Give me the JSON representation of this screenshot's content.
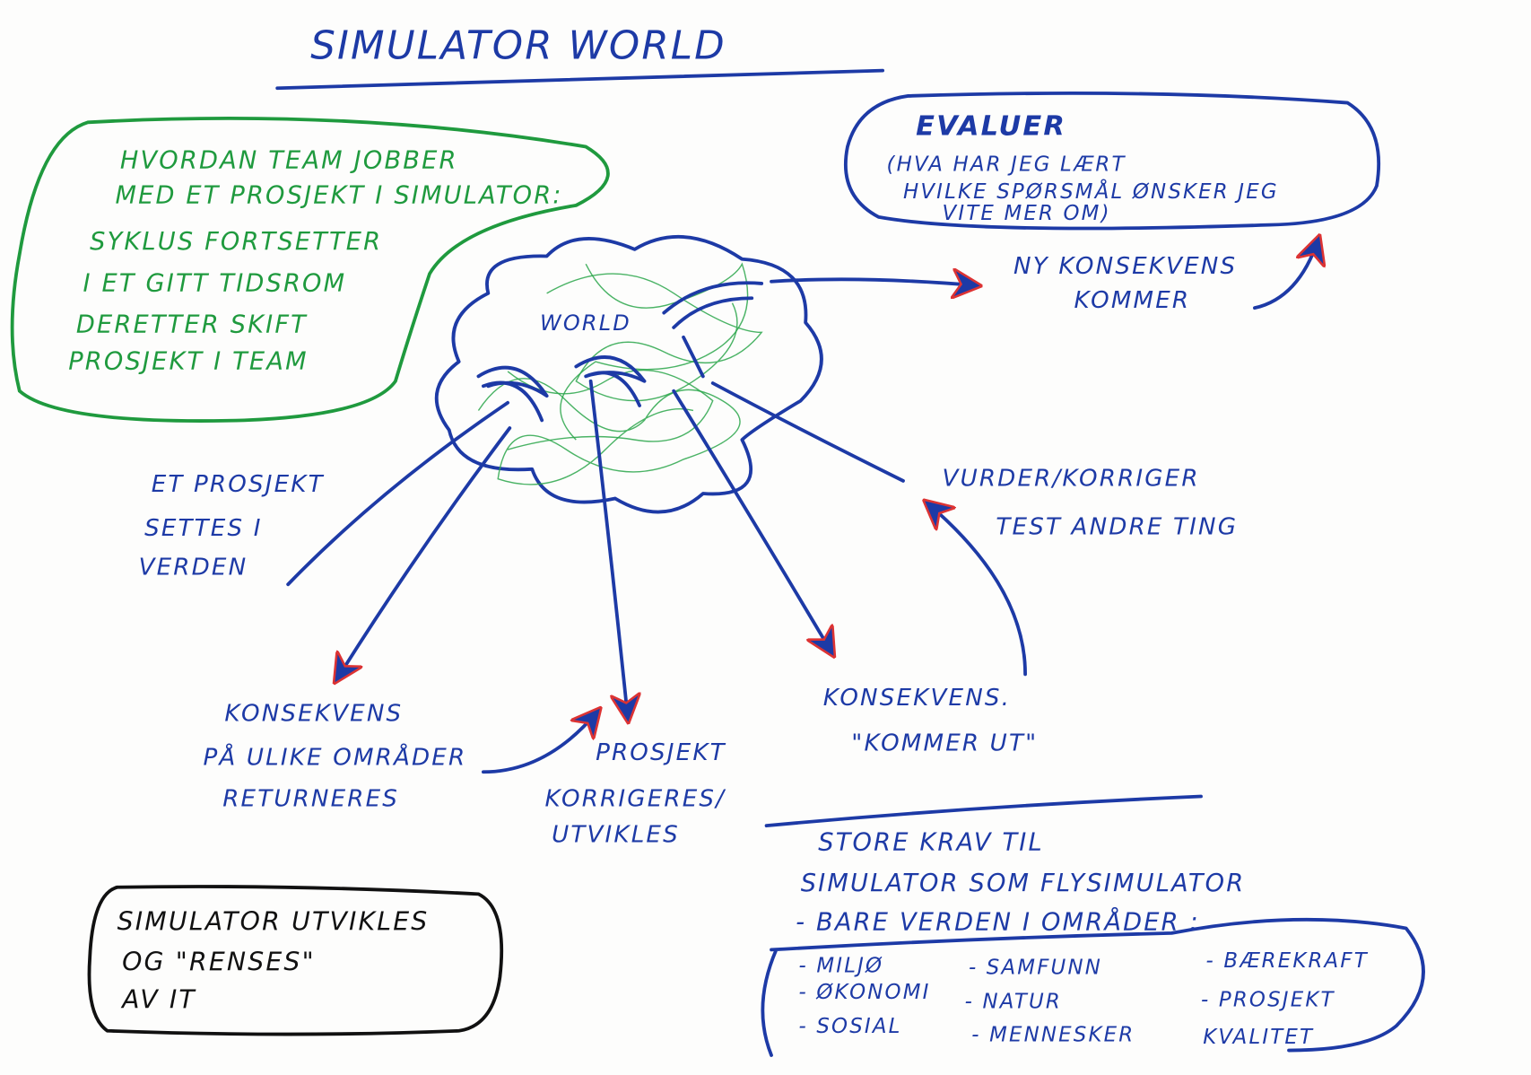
{
  "title": "SIMULATOR WORLD",
  "colors": {
    "blue_ink": "#1d3aa6",
    "green_ink": "#1f9a3e",
    "black_ink": "#111111",
    "red_ink": "#dd3333"
  },
  "green_note": {
    "lines": [
      "HVORDAN TEAM JOBBER",
      "MED ET PROSJEKT I SIMULATOR:",
      "SYKLUS FORTSETTER",
      "I ET GITT TIDSROM",
      "DERETTER SKIFT",
      "PROSJEKT I TEAM"
    ]
  },
  "evaluate_box": {
    "heading": "EVALUER",
    "lines": [
      "(HVA HAR JEG LÆRT",
      "HVILKE SPØRSMÅL ØNSKER JEG",
      "VITE MER OM)"
    ]
  },
  "cloud": {
    "label": "WORLD"
  },
  "nodes": {
    "new_consequence": [
      "NY KONSEKVENS",
      "KOMMER"
    ],
    "project_placed": [
      "ET PROSJEKT",
      "SETTES I",
      "VERDEN"
    ],
    "consequence_returned": [
      "KONSEKVENS",
      "PÅ ULIKE OMRÅDER",
      "RETURNERES"
    ],
    "project_corrected": [
      "PROSJEKT",
      "KORRIGERES/",
      "UTVIKLES"
    ],
    "consequence_out": [
      "KONSEKVENS.",
      "\"KOMMER UT\""
    ],
    "assess": [
      "VURDER/KORRIGER",
      "TEST ANDRE TING"
    ]
  },
  "requirements": {
    "lines": [
      "STORE KRAV TIL",
      "SIMULATOR SOM FLYSIMULATOR",
      "- BARE VERDEN I OMRÅDER :"
    ],
    "areas": [
      "- MILJØ",
      "- ØKONOMI",
      "- SOSIAL",
      "- SAMFUNN",
      "- NATUR",
      "- MENNESKER",
      "- BÆREKRAFT",
      "- PROSJEKT",
      "KVALITET"
    ]
  },
  "black_note": {
    "lines": [
      "SIMULATOR UTVIKLES",
      "OG \"RENSES\"",
      "AV IT"
    ]
  }
}
